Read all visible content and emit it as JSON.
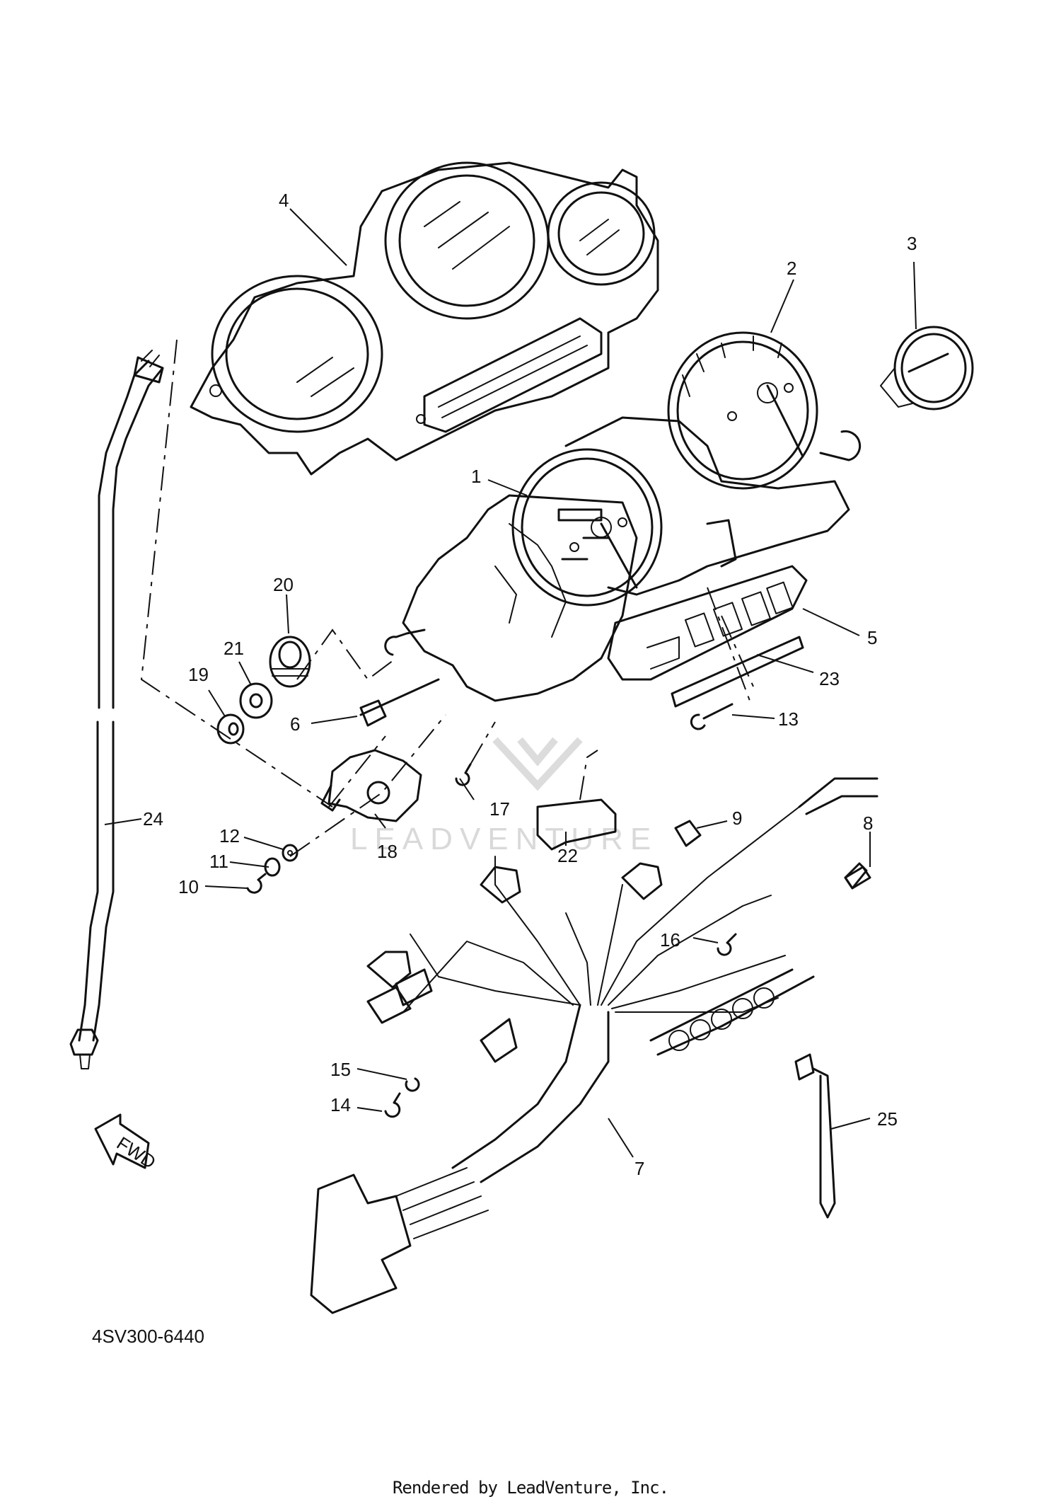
{
  "watermark": "LEADVENTURE",
  "callouts": [
    {
      "id": "c1",
      "label": "1"
    },
    {
      "id": "c2",
      "label": "2"
    },
    {
      "id": "c3",
      "label": "3"
    },
    {
      "id": "c4",
      "label": "4"
    },
    {
      "id": "c5",
      "label": "5"
    },
    {
      "id": "c6",
      "label": "6"
    },
    {
      "id": "c7",
      "label": "7"
    },
    {
      "id": "c8",
      "label": "8"
    },
    {
      "id": "c9",
      "label": "9"
    },
    {
      "id": "c10",
      "label": "10"
    },
    {
      "id": "c11",
      "label": "11"
    },
    {
      "id": "c12",
      "label": "12"
    },
    {
      "id": "c13",
      "label": "13"
    },
    {
      "id": "c14",
      "label": "14"
    },
    {
      "id": "c15",
      "label": "15"
    },
    {
      "id": "c16",
      "label": "16"
    },
    {
      "id": "c17",
      "label": "17"
    },
    {
      "id": "c18",
      "label": "18"
    },
    {
      "id": "c19",
      "label": "19"
    },
    {
      "id": "c20",
      "label": "20"
    },
    {
      "id": "c21",
      "label": "21"
    },
    {
      "id": "c22",
      "label": "22"
    },
    {
      "id": "c23",
      "label": "23"
    },
    {
      "id": "c24",
      "label": "24"
    },
    {
      "id": "c25",
      "label": "25"
    }
  ],
  "direction_arrow": "FWD",
  "diagram_code": "4SV300-6440",
  "footer": "Rendered by LeadVenture, Inc."
}
